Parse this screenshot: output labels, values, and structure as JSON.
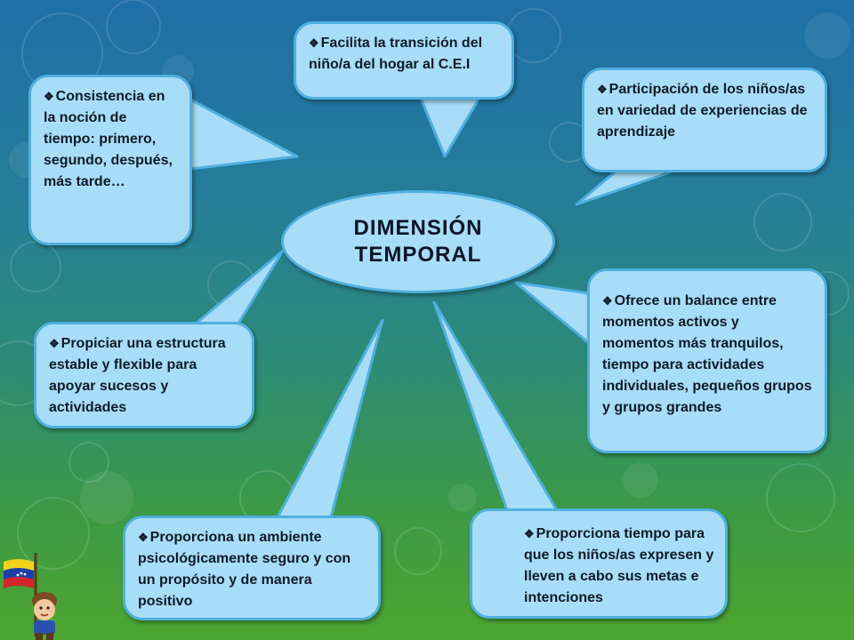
{
  "center": {
    "title": "DIMENSIÓN TEMPORAL"
  },
  "bullet_symbol": "❖",
  "bubbles": {
    "transition": "Facilita la transición del niño/a del hogar al C.E.I",
    "consistency": "Consistencia en la noción de tiempo: primero, segundo, después, más tarde…",
    "participation": "Participación de los niños/as en variedad de experiencias de aprendizaje",
    "balance": "Ofrece un balance entre momentos activos y momentos más tranquilos, tiempo para actividades individuales, pequeños grupos y grupos grandes",
    "structure": "Propiciar una estructura estable y flexible para apoyar sucesos y actividades",
    "environment": "Proporciona un ambiente psicológicamente seguro y con un propósito y de manera positivo",
    "time_goals": "Proporciona tiempo para que los niños/as expresen y lleven a cabo sus metas e intenciones"
  },
  "colors": {
    "bubble_fill": "#a8ddf7",
    "bubble_border": "#4fb0e0",
    "text": "#0d1b2a"
  },
  "icons": {
    "corner": "venezuela-flag-child-icon"
  }
}
